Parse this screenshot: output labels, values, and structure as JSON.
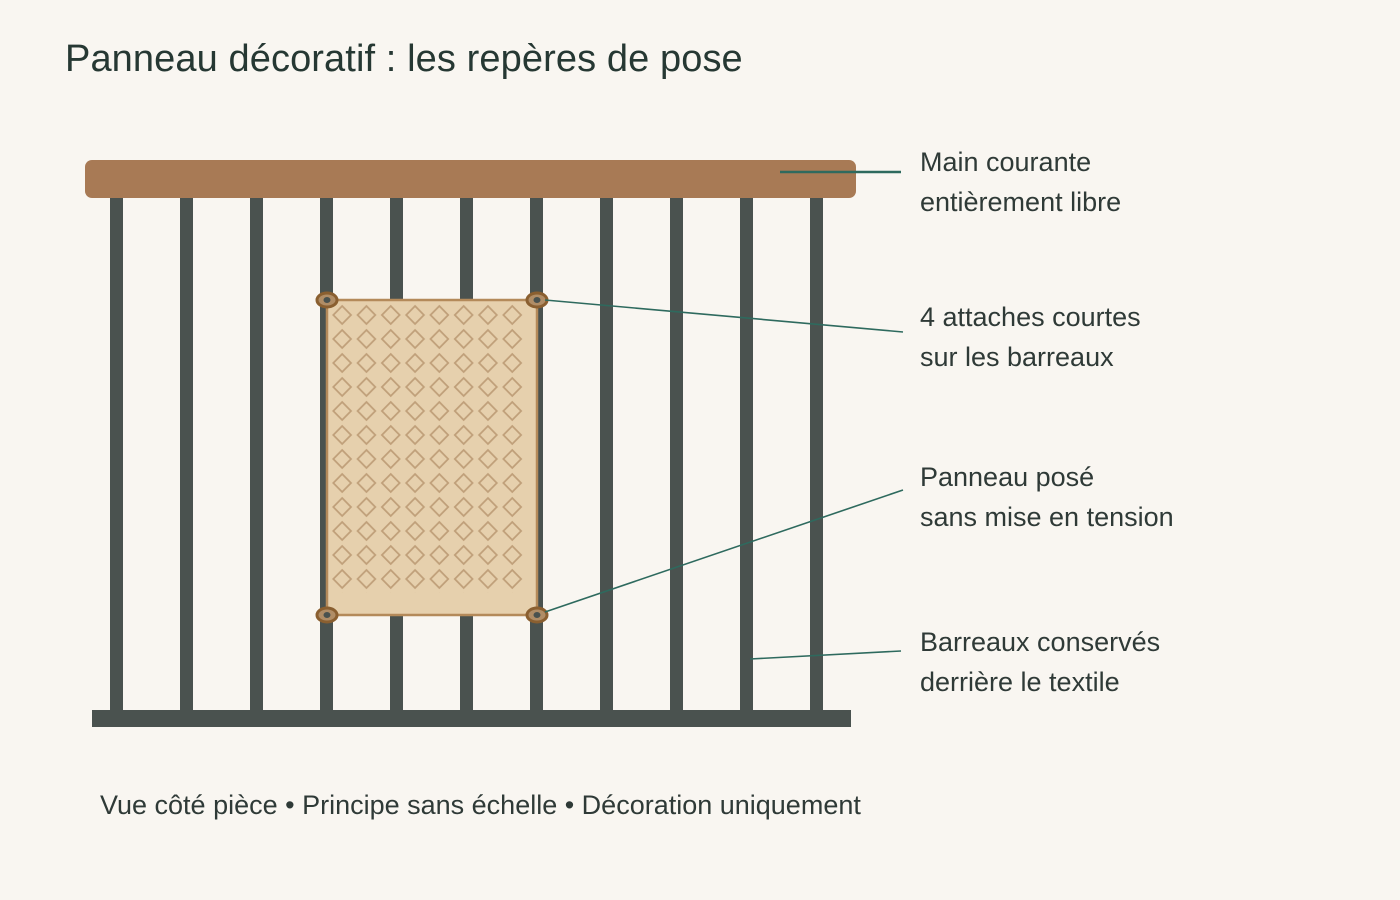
{
  "title": "Panneau décoratif : les repères de pose",
  "callouts": {
    "handrail": {
      "line1": "Main courante",
      "line2": "entièrement libre"
    },
    "ties": {
      "line1": "4 attaches courtes",
      "line2": "sur les barreaux"
    },
    "panel": {
      "line1": "Panneau posé",
      "line2": "sans mise en tension"
    },
    "bars": {
      "line1": "Barreaux conservés",
      "line2": "derrière le textile"
    }
  },
  "footer": "Vue côté pièce • Principe sans échelle • Décoration uniquement",
  "colors": {
    "background": "#f9f6f1",
    "handrail": "#a87a55",
    "bars": "#4a524f",
    "panel": "#e6d0ad",
    "panel_border": "#b48a5a",
    "pattern": "#c0a07a",
    "tie": "#8a5f30",
    "leader": "#2e6a5e"
  }
}
